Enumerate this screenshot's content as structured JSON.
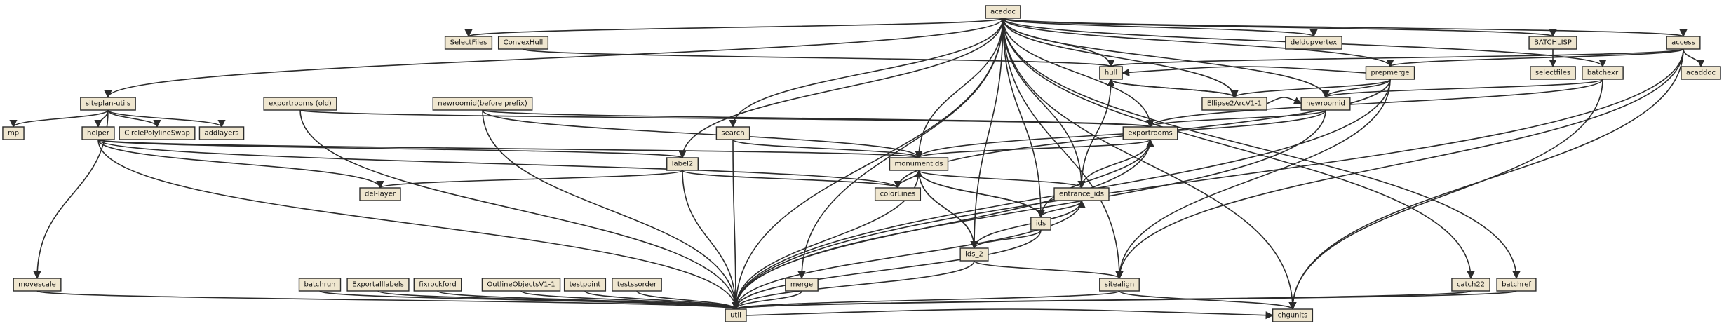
{
  "diagram": {
    "type": "dependency-graph",
    "nodes": [
      {
        "id": "acadoc",
        "label": "acadoc"
      },
      {
        "id": "siteplan_utils",
        "label": "siteplan-utils"
      },
      {
        "id": "mp",
        "label": "mp"
      },
      {
        "id": "helper",
        "label": "helper"
      },
      {
        "id": "circlepolylineswap",
        "label": "CirclePolylineSwap"
      },
      {
        "id": "addlayers",
        "label": "addlayers"
      },
      {
        "id": "selectfiles",
        "label": "SelectFiles"
      },
      {
        "id": "convexhull",
        "label": "ConvexHull"
      },
      {
        "id": "exportrooms_old",
        "label": "exportrooms (old)"
      },
      {
        "id": "newroomid_before",
        "label": "newroomid(before prefix)"
      },
      {
        "id": "search",
        "label": "search"
      },
      {
        "id": "label2",
        "label": "label2"
      },
      {
        "id": "monumentids",
        "label": "monumentids"
      },
      {
        "id": "dellayer",
        "label": "del-layer"
      },
      {
        "id": "colorlines",
        "label": "colorLines"
      },
      {
        "id": "entrance_ids",
        "label": "entrance_ids"
      },
      {
        "id": "ids",
        "label": "ids"
      },
      {
        "id": "ids_2",
        "label": "ids_2"
      },
      {
        "id": "hull",
        "label": "hull"
      },
      {
        "id": "ellipse2arc",
        "label": "Ellipse2ArcV1-1"
      },
      {
        "id": "newroomid",
        "label": "newroomid"
      },
      {
        "id": "exportrooms",
        "label": "exportrooms"
      },
      {
        "id": "prepmerge",
        "label": "prepmerge"
      },
      {
        "id": "deldupvertex",
        "label": "deldupvertex"
      },
      {
        "id": "batchlisp",
        "label": "BATCHLISP"
      },
      {
        "id": "selectfiles2",
        "label": "selectfiles"
      },
      {
        "id": "batchexr",
        "label": "batchexr"
      },
      {
        "id": "access",
        "label": "access"
      },
      {
        "id": "acaddoc",
        "label": "acaddoc"
      },
      {
        "id": "movescale",
        "label": "movescale"
      },
      {
        "id": "batchrun",
        "label": "batchrun"
      },
      {
        "id": "exportalllabels",
        "label": "Exportalllabels"
      },
      {
        "id": "fixrockford",
        "label": "fixrockford"
      },
      {
        "id": "outlineobjects",
        "label": "OutlineObjectsV1-1"
      },
      {
        "id": "testpoint",
        "label": "testpoint"
      },
      {
        "id": "testssorder",
        "label": "testssorder"
      },
      {
        "id": "merge",
        "label": "merge"
      },
      {
        "id": "sitealign",
        "label": "sitealign"
      },
      {
        "id": "catch22",
        "label": "catch22"
      },
      {
        "id": "batchref",
        "label": "batchref"
      },
      {
        "id": "util",
        "label": "util"
      },
      {
        "id": "chgunits",
        "label": "chgunits"
      }
    ],
    "edges": [
      [
        "acadoc",
        "siteplan_utils"
      ],
      [
        "acadoc",
        "selectfiles"
      ],
      [
        "acadoc",
        "deldupvertex"
      ],
      [
        "acadoc",
        "batchlisp"
      ],
      [
        "acadoc",
        "access"
      ],
      [
        "acadoc",
        "hull"
      ],
      [
        "acadoc",
        "prepmerge"
      ],
      [
        "acadoc",
        "batchexr"
      ],
      [
        "acadoc",
        "search"
      ],
      [
        "acadoc",
        "label2"
      ],
      [
        "acadoc",
        "monumentids"
      ],
      [
        "acadoc",
        "ids"
      ],
      [
        "acadoc",
        "ids_2"
      ],
      [
        "acadoc",
        "exportrooms"
      ],
      [
        "acadoc",
        "newroomid"
      ],
      [
        "acadoc",
        "ellipse2arc"
      ],
      [
        "acadoc",
        "entrance_ids"
      ],
      [
        "acadoc",
        "merge"
      ],
      [
        "acadoc",
        "sitealign"
      ],
      [
        "acadoc",
        "catch22"
      ],
      [
        "acadoc",
        "batchref"
      ],
      [
        "acadoc",
        "util"
      ],
      [
        "acadoc",
        "chgunits"
      ],
      [
        "siteplan_utils",
        "mp"
      ],
      [
        "siteplan_utils",
        "helper"
      ],
      [
        "siteplan_utils",
        "circlepolylineswap"
      ],
      [
        "siteplan_utils",
        "addlayers"
      ],
      [
        "siteplan_utils",
        "movescale"
      ],
      [
        "helper",
        "label2"
      ],
      [
        "helper",
        "monumentids"
      ],
      [
        "helper",
        "dellayer"
      ],
      [
        "helper",
        "colorlines"
      ],
      [
        "helper",
        "util"
      ],
      [
        "convexhull",
        "hull"
      ],
      [
        "exportrooms_old",
        "exportrooms"
      ],
      [
        "exportrooms_old",
        "util"
      ],
      [
        "newroomid_before",
        "monumentids"
      ],
      [
        "newroomid_before",
        "exportrooms"
      ],
      [
        "newroomid_before",
        "util"
      ],
      [
        "search",
        "monumentids"
      ],
      [
        "search",
        "util"
      ],
      [
        "label2",
        "dellayer"
      ],
      [
        "label2",
        "colorlines"
      ],
      [
        "label2",
        "util"
      ],
      [
        "monumentids",
        "colorlines"
      ],
      [
        "monumentids",
        "entrance_ids"
      ],
      [
        "monumentids",
        "ids"
      ],
      [
        "monumentids",
        "ids_2"
      ],
      [
        "monumentids",
        "util"
      ],
      [
        "entrance_ids",
        "ids"
      ],
      [
        "entrance_ids",
        "hull"
      ],
      [
        "entrance_ids",
        "exportrooms"
      ],
      [
        "entrance_ids",
        "util"
      ],
      [
        "ids",
        "monumentids"
      ],
      [
        "ids",
        "ids_2"
      ],
      [
        "ids",
        "util"
      ],
      [
        "ids_2",
        "monumentids"
      ],
      [
        "ids_2",
        "sitealign"
      ],
      [
        "ids_2",
        "util"
      ],
      [
        "ids_2",
        "entrance_ids"
      ],
      [
        "ellipse2arc",
        "hull"
      ],
      [
        "ellipse2arc",
        "newroomid"
      ],
      [
        "hull",
        "ellipse2arc"
      ],
      [
        "newroomid",
        "exportrooms"
      ],
      [
        "newroomid",
        "monumentids"
      ],
      [
        "newroomid",
        "util"
      ],
      [
        "exportrooms",
        "monumentids"
      ],
      [
        "exportrooms",
        "ids"
      ],
      [
        "exportrooms",
        "util"
      ],
      [
        "prepmerge",
        "hull"
      ],
      [
        "prepmerge",
        "ellipse2arc"
      ],
      [
        "prepmerge",
        "newroomid"
      ],
      [
        "prepmerge",
        "sitealign"
      ],
      [
        "prepmerge",
        "util"
      ],
      [
        "prepmerge",
        "colorlines"
      ],
      [
        "batchlisp",
        "selectfiles2"
      ],
      [
        "batchexr",
        "newroomid"
      ],
      [
        "batchexr",
        "exportrooms"
      ],
      [
        "batchexr",
        "chgunits"
      ],
      [
        "access",
        "acaddoc"
      ],
      [
        "access",
        "prepmerge"
      ],
      [
        "access",
        "hull"
      ],
      [
        "access",
        "sitealign"
      ],
      [
        "access",
        "util"
      ],
      [
        "access",
        "chgunits"
      ],
      [
        "movescale",
        "util"
      ],
      [
        "batchrun",
        "util"
      ],
      [
        "exportalllabels",
        "util"
      ],
      [
        "fixrockford",
        "util"
      ],
      [
        "outlineobjects",
        "util"
      ],
      [
        "testpoint",
        "util"
      ],
      [
        "testssorder",
        "util"
      ],
      [
        "merge",
        "util"
      ],
      [
        "sitealign",
        "util"
      ],
      [
        "sitealign",
        "chgunits"
      ],
      [
        "catch22",
        "util"
      ],
      [
        "batchref",
        "util"
      ],
      [
        "util",
        "chgunits"
      ]
    ]
  }
}
